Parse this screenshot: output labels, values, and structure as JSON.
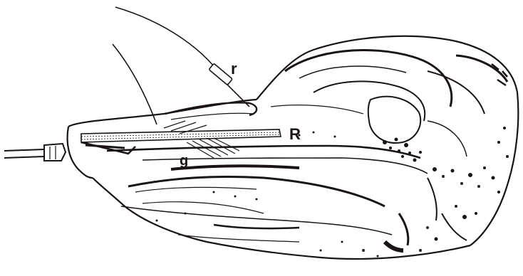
{
  "figure": {
    "labels": {
      "r": "r",
      "R": "R",
      "g": "g"
    },
    "colors": {
      "ink": "#1a1414",
      "background": "#ffffff"
    }
  }
}
